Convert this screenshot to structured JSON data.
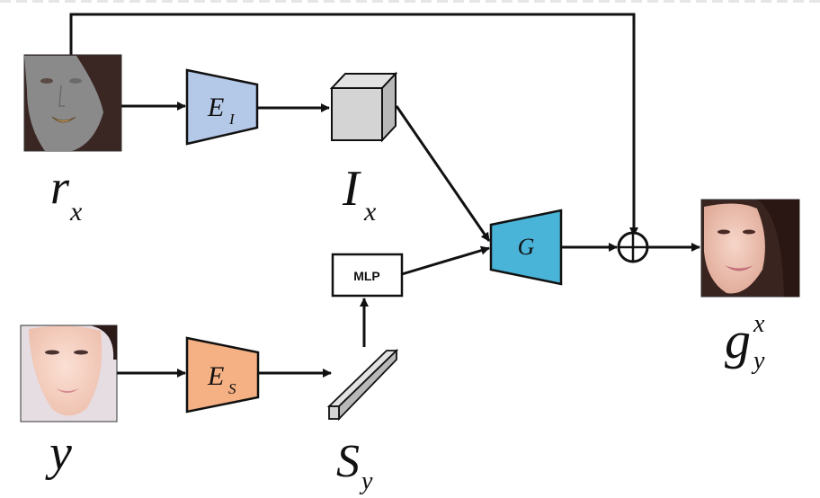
{
  "diagram": {
    "title": "Face generation pipeline",
    "colors": {
      "encoder_identity": "#b4c8e8",
      "encoder_style": "#f5b083",
      "generator": "#4ab3d8",
      "cube_front": "#d4d4d4",
      "cube_top": "#e2e2e2",
      "cube_side": "#b8b8b8",
      "stroke": "#111111"
    },
    "nodes": {
      "input_rx": {
        "label": "r",
        "subscript": "x",
        "kind": "image"
      },
      "encoder_i": {
        "label": "E",
        "subscript": "I",
        "kind": "encoder"
      },
      "feature_ix": {
        "label": "I",
        "subscript": "x",
        "kind": "tensor"
      },
      "input_y": {
        "label": "y",
        "kind": "image"
      },
      "encoder_s": {
        "label": "E",
        "subscript": "S",
        "kind": "encoder"
      },
      "style_sy": {
        "label": "S",
        "subscript": "y",
        "kind": "vector"
      },
      "mlp": {
        "label": "MLP",
        "kind": "block"
      },
      "generator": {
        "label": "G",
        "kind": "decoder"
      },
      "sum": {
        "label": "⊕",
        "kind": "operator"
      },
      "output_g": {
        "label": "g",
        "subscript": "y",
        "superscript": "x",
        "kind": "image"
      }
    },
    "edges": [
      [
        "input_rx",
        "encoder_i"
      ],
      [
        "encoder_i",
        "feature_ix"
      ],
      [
        "feature_ix",
        "generator"
      ],
      [
        "input_y",
        "encoder_s"
      ],
      [
        "encoder_s",
        "style_sy"
      ],
      [
        "style_sy",
        "mlp"
      ],
      [
        "mlp",
        "generator"
      ],
      [
        "generator",
        "sum"
      ],
      [
        "input_rx",
        "sum"
      ],
      [
        "sum",
        "output_g"
      ]
    ]
  }
}
